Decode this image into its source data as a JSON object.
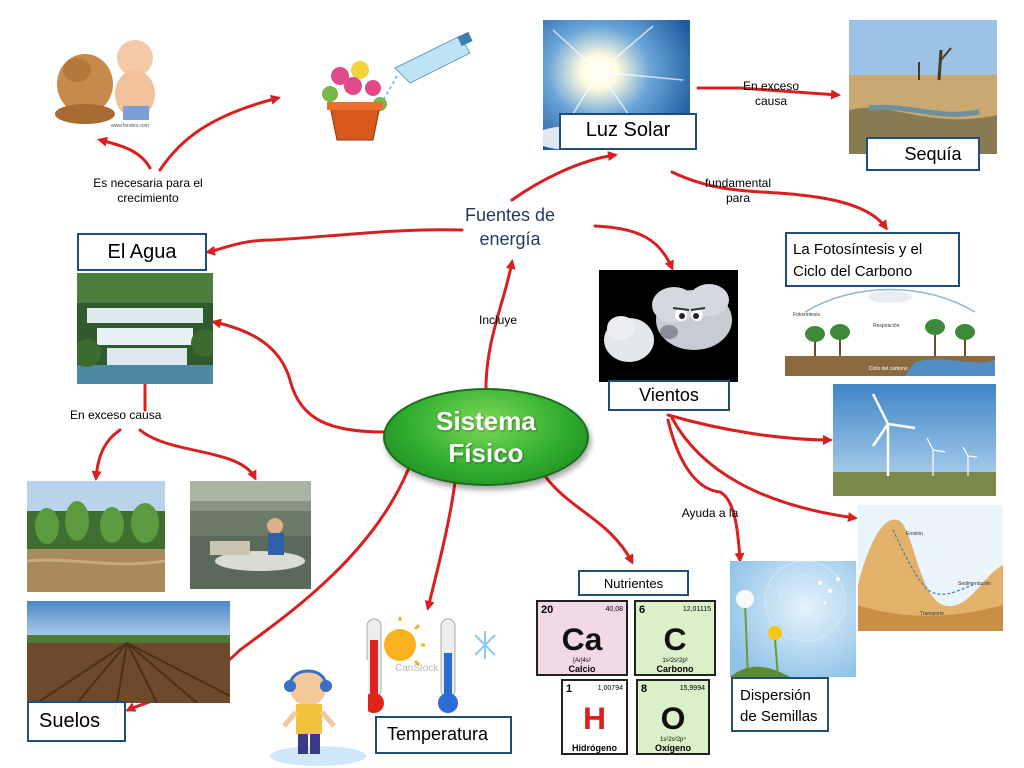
{
  "center": {
    "line1": "Sistema",
    "line2": "Físico"
  },
  "energy": {
    "line1": "Fuentes de",
    "line2": "energía"
  },
  "boxes": {
    "luz_solar": "Luz Solar",
    "sequia": "Sequía",
    "fotosintesis_line1": "La Fotosíntesis y el",
    "fotosintesis_line2": "Ciclo del Carbono",
    "el_agua": "El Agua",
    "vientos": "Vientos",
    "nutrientes": "Nutrientes",
    "dispersion_line1": "Dispersión",
    "dispersion_line2": "de Semillas",
    "suelos": "Suelos",
    "temperatura": "Temperatura"
  },
  "labels": {
    "en_exceso_causa_sol_line1": "En exceso",
    "en_exceso_causa_sol_line2": "causa",
    "fundamental_line1": "fundamental",
    "fundamental_line2": "para",
    "necesaria_line1": "Es necesaria para el",
    "necesaria_line2": "crecimiento",
    "incluye": "Incluye",
    "en_exceso_causa_agua": "En exceso causa",
    "ayuda": "Ayuda a la"
  },
  "elements": [
    {
      "symbol": "Ca",
      "number": "20",
      "mass": "40,08",
      "name": "Calcio",
      "config": "[Ar]4s²",
      "color": "#f2d9e6"
    },
    {
      "symbol": "C",
      "number": "6",
      "mass": "12,01115",
      "name": "Carbono",
      "config": "1s²2s²2p²",
      "color": "#d9f0c9"
    },
    {
      "symbol": "H",
      "number": "1",
      "mass": "1,00794",
      "name": "Hidrógeno",
      "config": "",
      "color": "#ffffff"
    },
    {
      "symbol": "O",
      "number": "8",
      "mass": "15,9994",
      "name": "Oxígeno",
      "config": "1s²2s²2p⁴",
      "color": "#d9f0c9"
    }
  ],
  "thermometer_watermark": "CanStock",
  "fotosintesis_diagram_text": [
    "Fotosíntesis",
    "Respiración",
    "Ciclo del carbono"
  ],
  "colors": {
    "arrow": "#d92020",
    "box_border": "#1f4e79",
    "center_fill": "#2fae2f",
    "energy_text": "#1f3a5f"
  },
  "icons": [
    "baby-dog-photo",
    "watering-plant-icon",
    "sun-sky-photo",
    "drought-photo",
    "photosynthesis-diagram",
    "waterfall-photo",
    "wind-cloud-icon",
    "wind-turbines-photo",
    "erosion-diagram",
    "flooded-field-photo",
    "flood-boat-photo",
    "plowed-field-photo",
    "thermometer-icon",
    "cold-person-icon",
    "dandelion-photo",
    "periodic-element-icon"
  ]
}
